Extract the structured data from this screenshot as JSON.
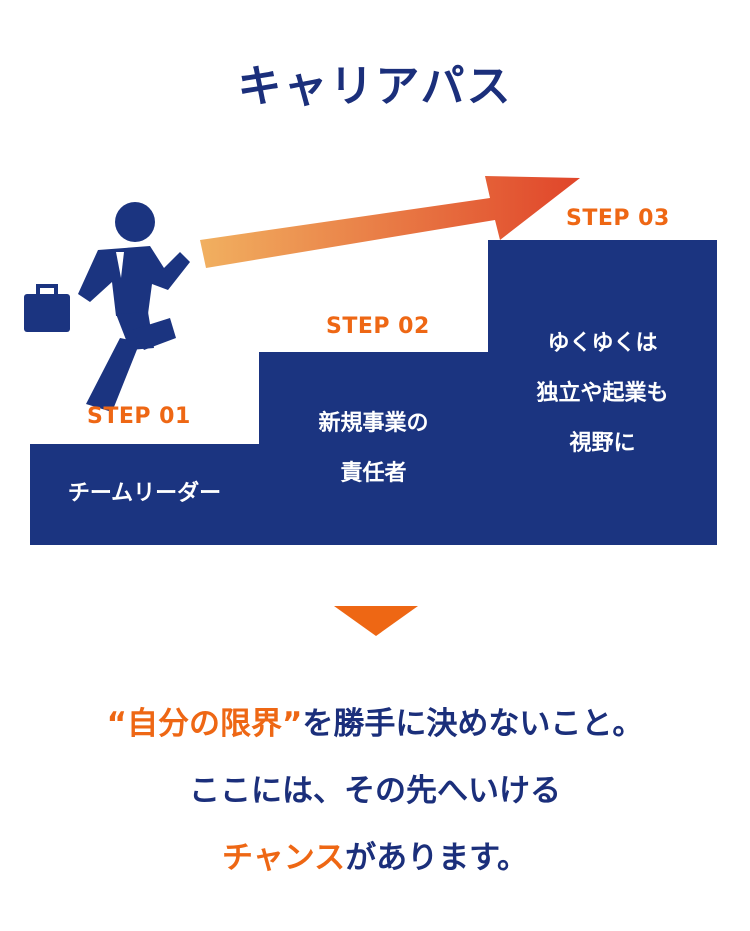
{
  "title": "キャリアパス",
  "steps": [
    {
      "label": "STEP 01",
      "lines": [
        "チームリーダー"
      ]
    },
    {
      "label": "STEP 02",
      "lines": [
        "新規事業の",
        "責任者"
      ]
    },
    {
      "label": "STEP 03",
      "lines": [
        "ゆくゆくは",
        "独立や起業も",
        "視野に"
      ]
    }
  ],
  "message": {
    "line1_highlight": "“自分の限界”",
    "line1_rest": "を勝手に決めないこと。",
    "line2": "ここには、その先へいける",
    "line3_highlight": "チャンス",
    "line3_rest": "があります。"
  },
  "colors": {
    "navy": "#1b3480",
    "orange": "#ee6714",
    "arrow_start": "#f1b060",
    "arrow_end": "#e0452a"
  },
  "icons": [
    "businessman-running-icon",
    "briefcase-icon",
    "growth-arrow-icon",
    "down-triangle-icon"
  ]
}
